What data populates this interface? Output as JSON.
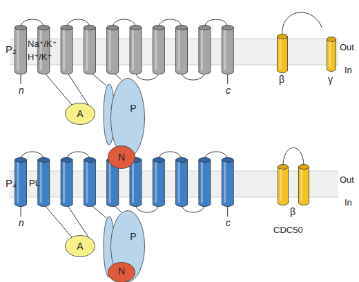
{
  "diagram": {
    "nodes": [
      {
        "text": [
          "A"
        ]
      },
      {
        "text": [
          "P"
        ]
      },
      {
        "text": [
          "N"
        ]
      },
      {
        "text": [
          "A"
        ]
      },
      {
        "text": [
          "P"
        ]
      },
      {
        "text": [
          "N"
        ]
      }
    ],
    "labels": [
      "P₂",
      "Na⁺/K⁺",
      "H⁺/K⁺",
      "Out",
      "In",
      "n",
      "c",
      "β",
      "γ",
      "Out",
      "In",
      "P₄",
      "PL",
      "n",
      "c",
      "β",
      "CDC50"
    ]
  }
}
